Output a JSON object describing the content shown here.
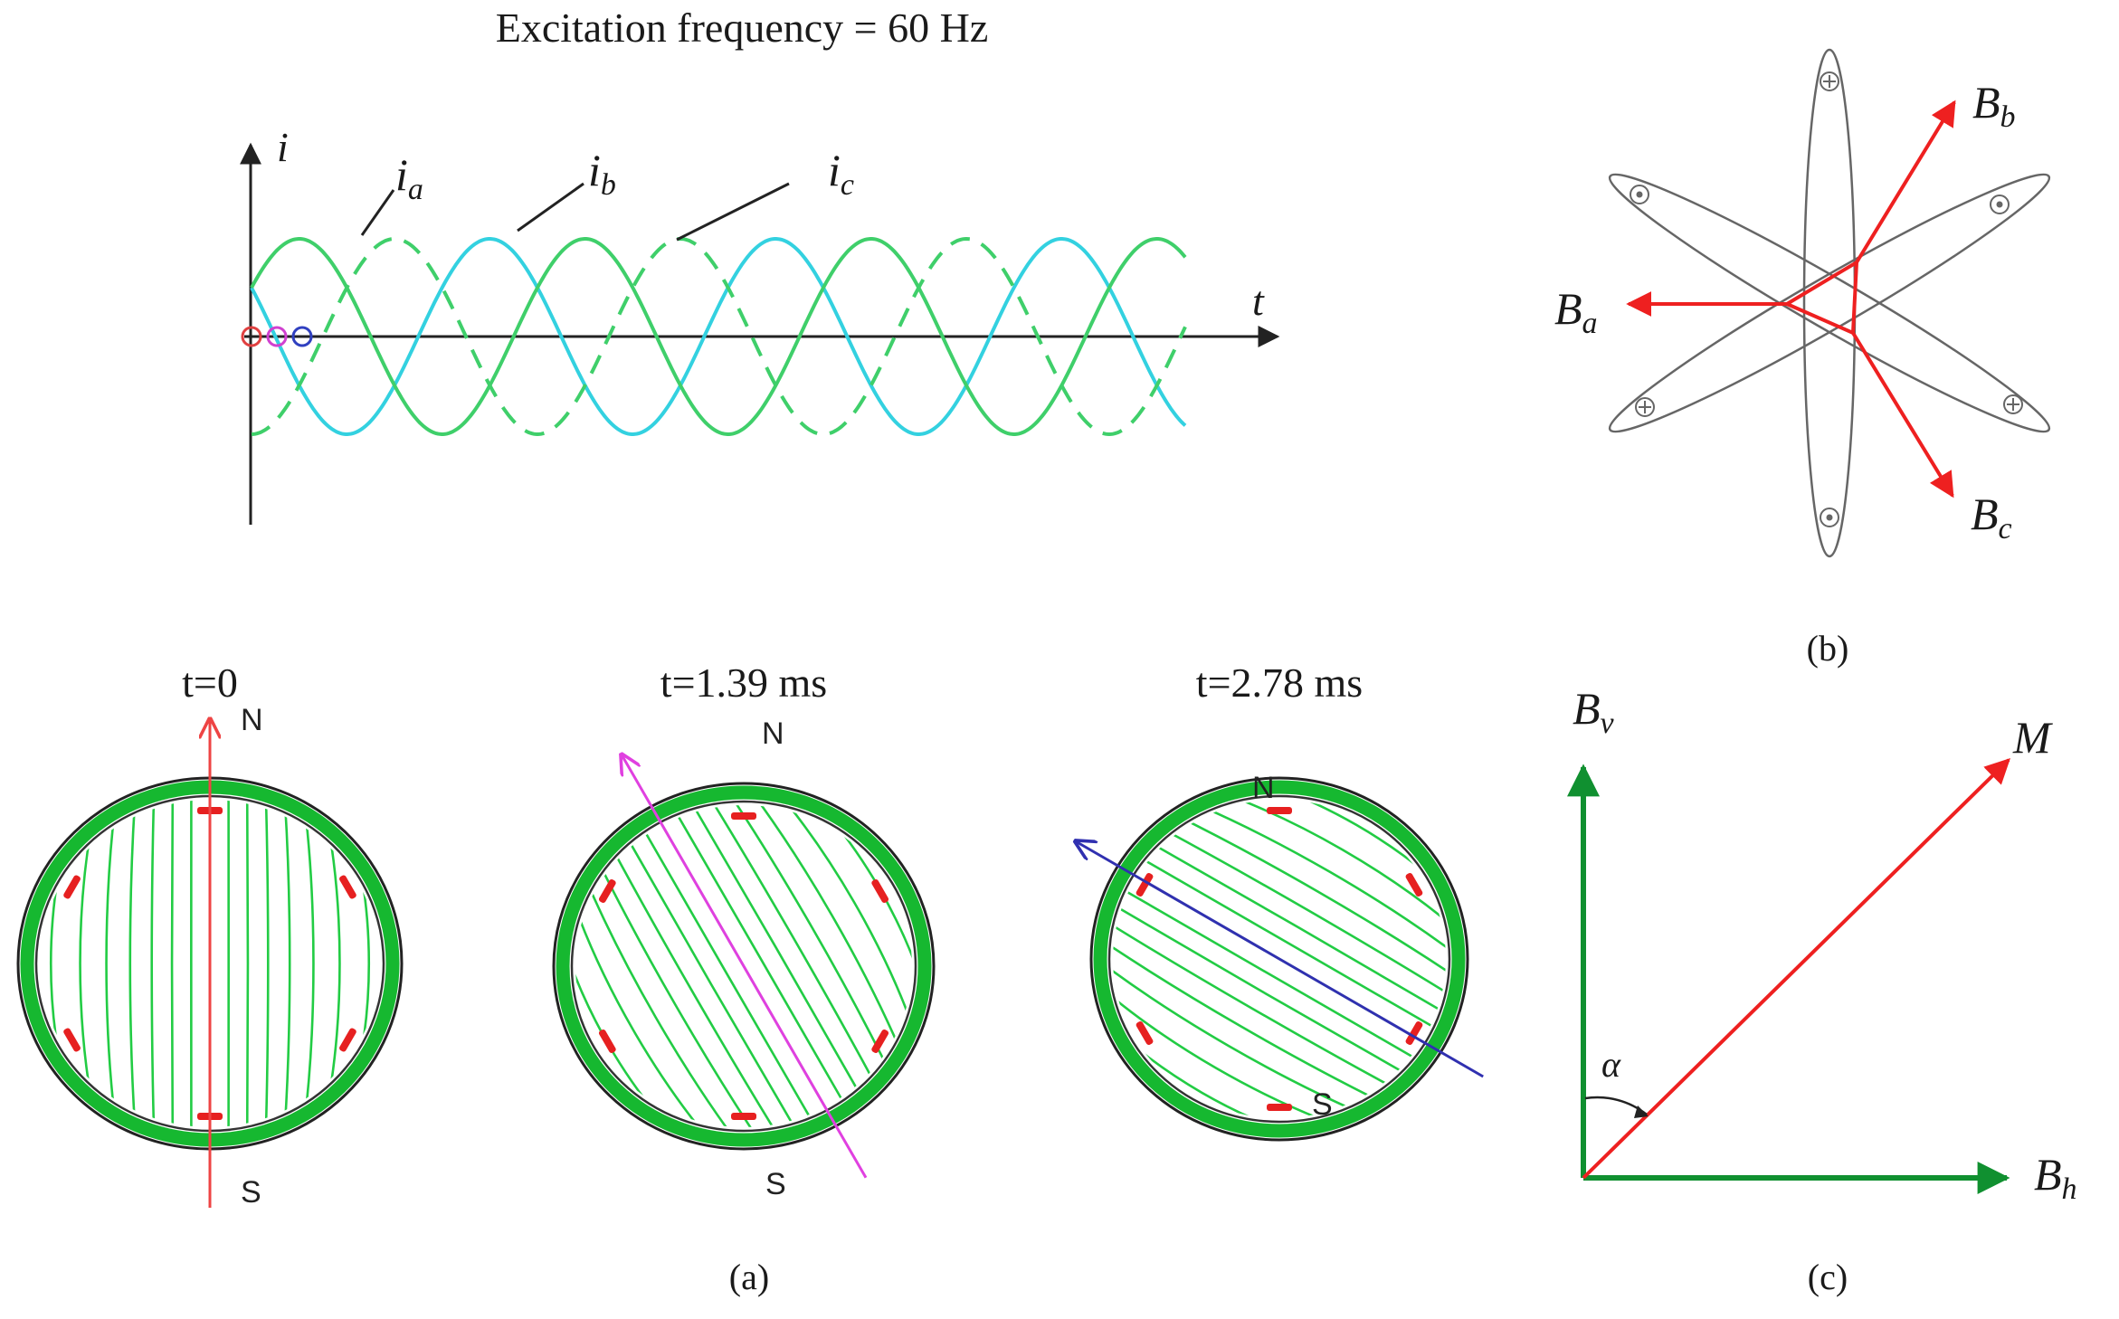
{
  "title": "Excitation frequency = 60 Hz",
  "waveform": {
    "axis_y": "i",
    "axis_x": "t",
    "currents": [
      {
        "base": "i",
        "sub": "a",
        "color": "#3fcf6a",
        "style": "solid"
      },
      {
        "base": "i",
        "sub": "b",
        "color": "#3fcf6a",
        "style": "dashed"
      },
      {
        "base": "i",
        "sub": "c",
        "color": "#33d1e0",
        "style": "solid"
      }
    ],
    "origin_markers": [
      "#e04040",
      "#d040d0",
      "#3040c0"
    ]
  },
  "snapshots": [
    {
      "label": "t=0",
      "north": "N",
      "south": "S",
      "arrow_color": "#ee4444"
    },
    {
      "label": "t=1.39 ms",
      "north": "N",
      "south": "S",
      "arrow_color": "#e040e0"
    },
    {
      "label": "t=2.78 ms",
      "north": "N",
      "south": "S",
      "arrow_color": "#3030b0"
    }
  ],
  "panel_b": {
    "vectors": [
      {
        "base": "B",
        "sub": "a"
      },
      {
        "base": "B",
        "sub": "b"
      },
      {
        "base": "B",
        "sub": "c"
      }
    ],
    "caption": "(b)"
  },
  "panel_c": {
    "vertical": {
      "base": "B",
      "sub": "v"
    },
    "horizontal": {
      "base": "B",
      "sub": "h"
    },
    "resultant": "M",
    "angle": "α",
    "caption": "(c)"
  },
  "caption_a": "(a)",
  "colors": {
    "field_line": "#22cc44",
    "ring": "#16b830",
    "magnet": "#e62020",
    "vector_red": "#ee2020",
    "vector_green": "#109030"
  }
}
